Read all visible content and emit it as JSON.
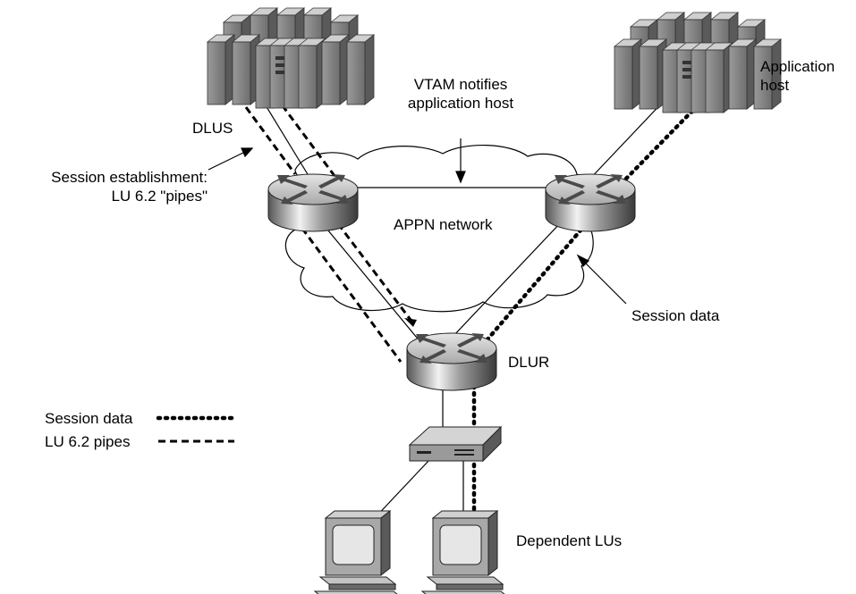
{
  "labels": {
    "dlus": "DLUS",
    "application_host": [
      "Application",
      "host"
    ],
    "vtam_notifies": [
      "VTAM notifies",
      "application host"
    ],
    "session_establishment": [
      "Session establishment:",
      "LU 6.2 \"pipes\""
    ],
    "appn_network": "APPN network",
    "session_data_callout": "Session data",
    "dlur": "DLUR",
    "dependent_lus": "Dependent LUs"
  },
  "legend": [
    {
      "label": "Session data",
      "style": "dotted"
    },
    {
      "label": "LU 6.2 pipes",
      "style": "dashed"
    }
  ],
  "colors": {
    "device_dark": "#4a4a4a",
    "device_mid": "#8c8c8c",
    "device_light": "#d8d8d8",
    "line": "#000000"
  },
  "icons": [
    "mainframe-icon",
    "router-icon",
    "switch-icon",
    "terminal-icon",
    "cloud-shape"
  ]
}
